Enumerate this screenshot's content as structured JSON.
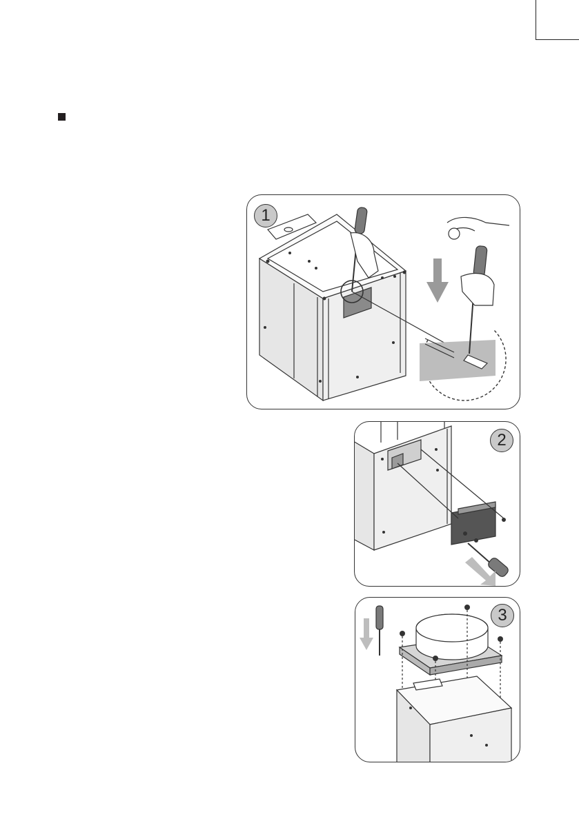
{
  "steps": [
    {
      "number": "1",
      "icon": "screwdriver-pry-knockout-icon"
    },
    {
      "number": "2",
      "icon": "remove-cover-plate-icon"
    },
    {
      "number": "3",
      "icon": "mount-duct-collar-icon"
    }
  ],
  "colors": {
    "line": "#333333",
    "panel_fill": "#e6e6e6",
    "shade": "#bdbdbd",
    "dark": "#555555",
    "badge": "#c9c9c9"
  }
}
